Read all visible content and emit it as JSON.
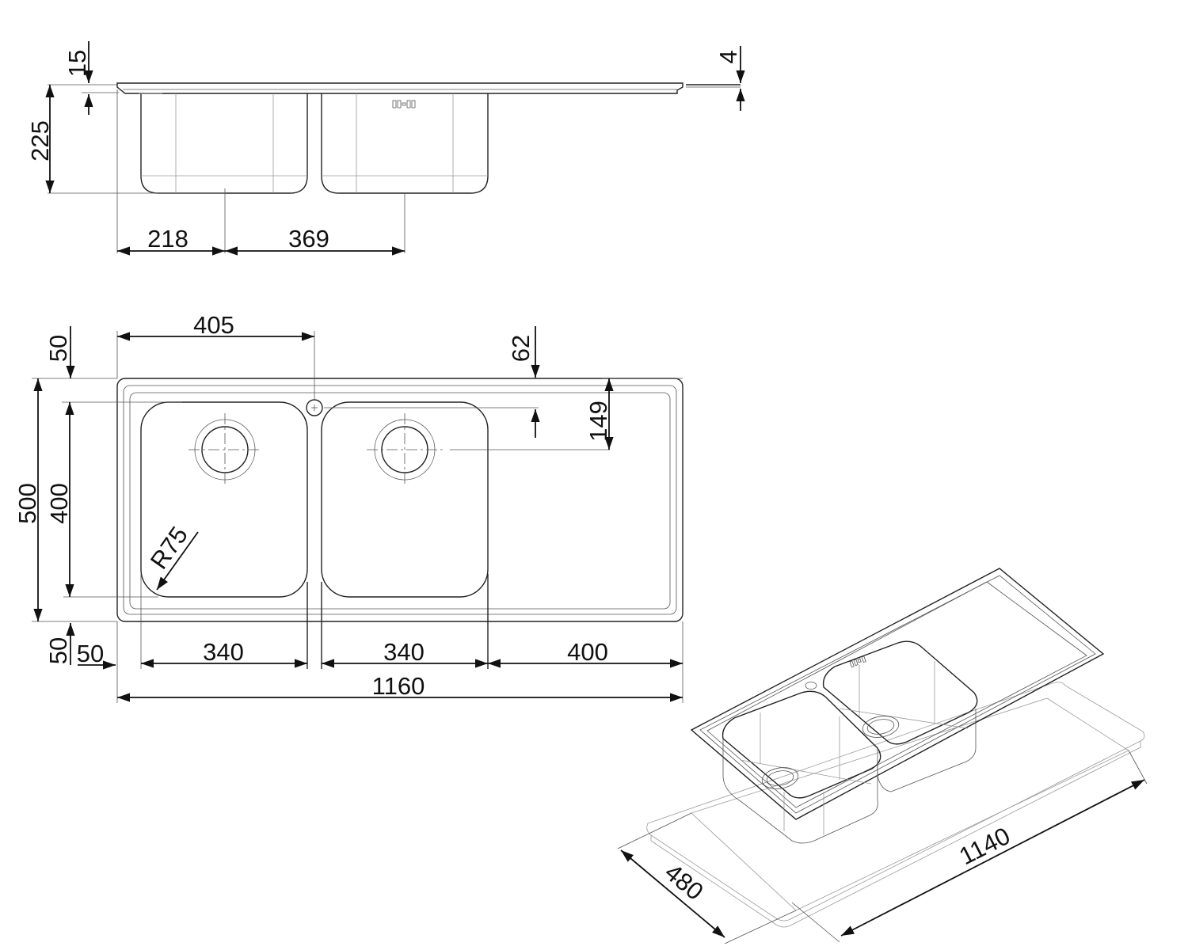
{
  "drawing": {
    "side_view": {
      "rim_thickness": "15",
      "flange_offset": "4",
      "depth": "225",
      "drain_1_from_edge": "218",
      "drain_2_from_drain_1": "369"
    },
    "top_view": {
      "drain_spacing_to_tap": "405",
      "tap_hole_offset": "62",
      "border_top": "50",
      "overall_depth": "500",
      "bowl_depth": "400",
      "tap_to_drain": "149",
      "corner_radius": "R75",
      "border_bottom": "50",
      "border_left": "50",
      "bowl_1_width": "340",
      "bowl_2_width": "340",
      "drainer_width": "400",
      "overall_width": "1160"
    },
    "iso_view": {
      "cutout_depth": "480",
      "cutout_width": "1140"
    }
  }
}
